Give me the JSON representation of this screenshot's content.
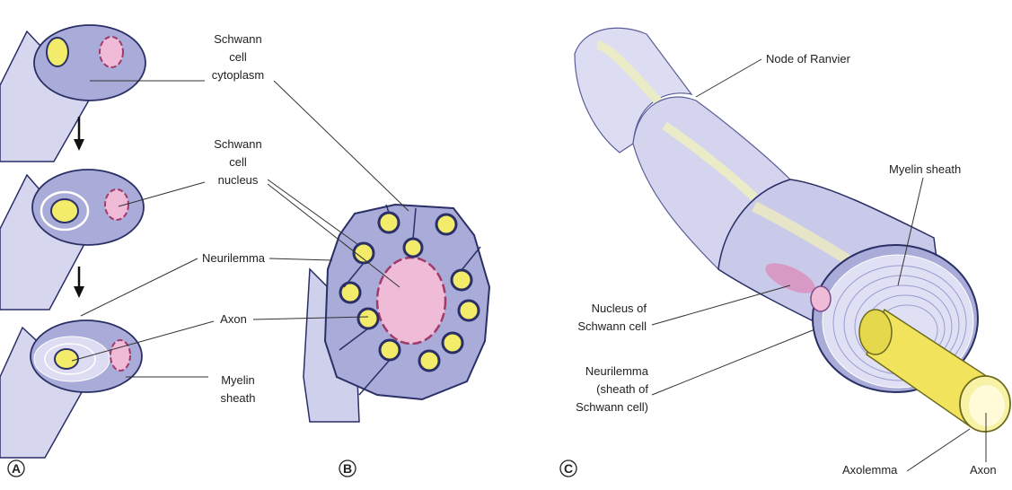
{
  "colors": {
    "cytoplasm": "#a9abd8",
    "cytoplasm_dark": "#8f93c9",
    "tube_light": "#dcdcf2",
    "axon_yellow": "#f3ec6a",
    "nucleus_pink": "#efbbd6",
    "nucleus_border": "#a03a6a",
    "outline": "#2a2f66"
  },
  "panels": {
    "a": "A",
    "b": "B",
    "c": "C"
  },
  "labels_ab": {
    "schwann_cytoplasm": [
      "Schwann",
      "cell",
      "cytoplasm"
    ],
    "schwann_nucleus": [
      "Schwann",
      "cell",
      "nucleus"
    ],
    "neurilemma": "Neurilemma",
    "axon": "Axon",
    "myelin_sheath": [
      "Myelin",
      "sheath"
    ]
  },
  "labels_c": {
    "node_of_ranvier": "Node of Ranvier",
    "myelin_sheath": "Myelin sheath",
    "nucleus_of_schwann_cell": [
      "Nucleus of",
      "Schwann cell"
    ],
    "neurilemma": [
      "Neurilemma",
      "(sheath of",
      "Schwann cell)"
    ],
    "axolemma": "Axolemma",
    "axon": "Axon"
  }
}
